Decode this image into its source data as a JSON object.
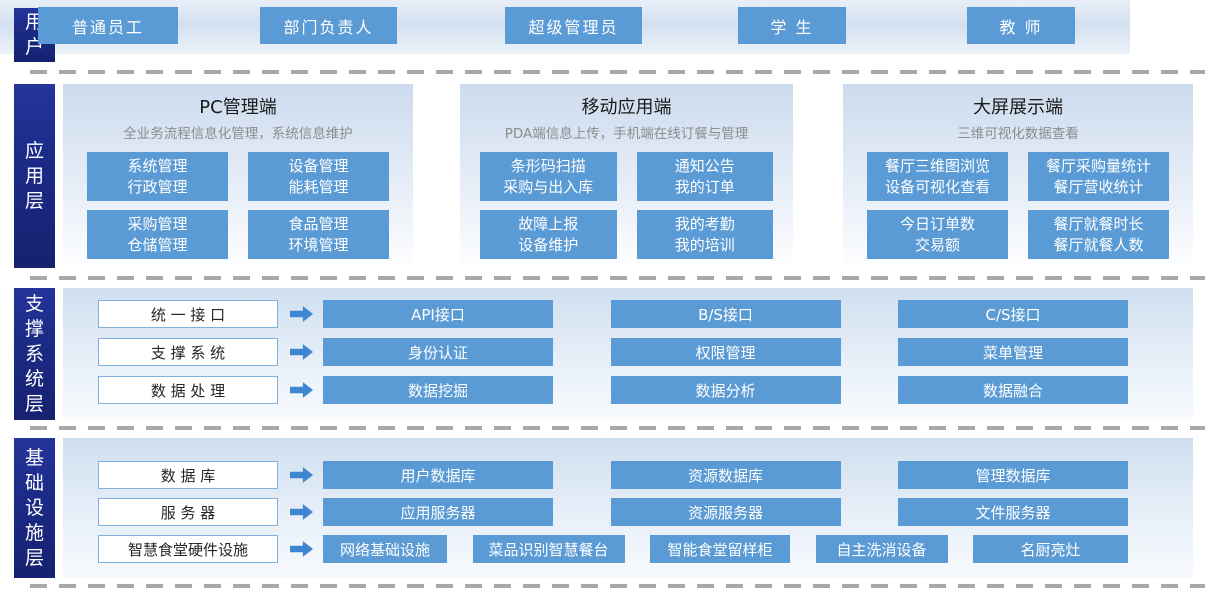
{
  "colors": {
    "accent_blue": "#5b9bd5",
    "navy_label": "#1b2b87",
    "arrow_blue": "#3e86d1",
    "panel_blue_top": "#cfdff0",
    "box_border_blue": "#7fb1de",
    "dash_gray": "#a8a8a8",
    "subtitle_gray": "#8c8c8c"
  },
  "layers": {
    "users": {
      "label": "用户",
      "roles": [
        "普通员工",
        "部门负责人",
        "超级管理员",
        "学 生",
        "教 师"
      ]
    },
    "app": {
      "label": "应用层",
      "panels": [
        {
          "title": "PC管理端",
          "subtitle": "全业务流程信息化管理，系统信息维护",
          "buttons": [
            [
              "系统管理",
              "行政管理"
            ],
            [
              "设备管理",
              "能耗管理"
            ],
            [
              "采购管理",
              "仓储管理"
            ],
            [
              "食品管理",
              "环境管理"
            ]
          ]
        },
        {
          "title": "移动应用端",
          "subtitle": "PDA端信息上传，手机端在线订餐与管理",
          "buttons": [
            [
              "条形码扫描",
              "采购与出入库"
            ],
            [
              "通知公告",
              "我的订单"
            ],
            [
              "故障上报",
              "设备维护"
            ],
            [
              "我的考勤",
              "我的培训"
            ]
          ]
        },
        {
          "title": "大屏展示端",
          "subtitle": "三维可视化数据查看",
          "buttons": [
            [
              "餐厅三维图浏览",
              "设备可视化查看"
            ],
            [
              "餐厅采购量统计",
              "餐厅营收统计"
            ],
            [
              "今日订单数",
              "交易额"
            ],
            [
              "餐厅就餐时长",
              "餐厅就餐人数"
            ]
          ]
        }
      ]
    },
    "support": {
      "label": "支撑系统层",
      "rows": [
        {
          "label": "统 一 接 口",
          "items": [
            "API接口",
            "B/S接口",
            "C/S接口"
          ]
        },
        {
          "label": "支 撑 系 统",
          "items": [
            "身份认证",
            "权限管理",
            "菜单管理"
          ]
        },
        {
          "label": "数 据 处 理",
          "items": [
            "数据挖掘",
            "数据分析",
            "数据融合"
          ]
        }
      ]
    },
    "infra": {
      "label": "基础设施层",
      "rows": [
        {
          "label": "数 据 库",
          "items": [
            "用户数据库",
            "资源数据库",
            "管理数据库"
          ]
        },
        {
          "label": "服 务 器",
          "items": [
            "应用服务器",
            "资源服务器",
            "文件服务器"
          ]
        },
        {
          "label": "智慧食堂硬件设施",
          "items": [
            "网络基础设施",
            "菜品识别智慧餐台",
            "智能食堂留样柜",
            "自主洗消设备",
            "名厨亮灶"
          ]
        }
      ]
    }
  }
}
